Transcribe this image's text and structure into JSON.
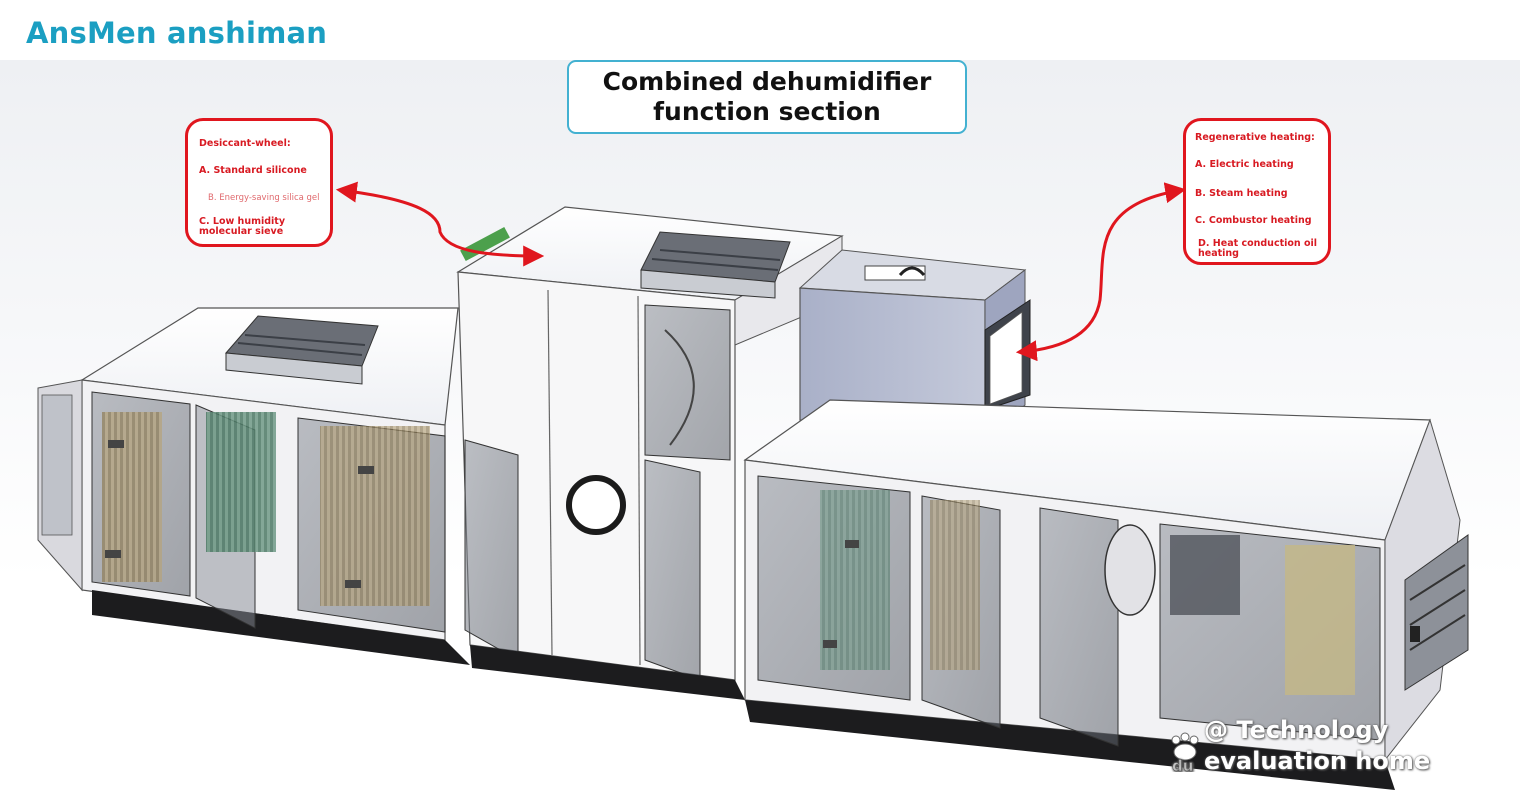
{
  "brand": {
    "text": "AnsMen anshiman",
    "color": "#1b9fc2"
  },
  "title": {
    "line1": "Combined dehumidifier",
    "line2": "function section",
    "border_color": "#43b1d1"
  },
  "callout_left": {
    "heading": "Desiccant-wheel:",
    "items": [
      "A. Standard silicone",
      "B. Energy-saving silica gel",
      "C. Low humidity",
      "molecular sieve"
    ],
    "color": "#e0161e"
  },
  "callout_right": {
    "heading": "Regenerative heating:",
    "items": [
      "A. Electric heating",
      "B. Steam heating",
      "C. Combustor heating",
      "D. Heat conduction oil",
      "heating"
    ],
    "color": "#e0161e"
  },
  "watermark": {
    "line1": "@ Technology",
    "line2": "evaluation home",
    "logo_text": "du"
  },
  "icons": {
    "arrow": "curved-arrow-icon",
    "watermark_logo": "paw-logo-icon"
  }
}
